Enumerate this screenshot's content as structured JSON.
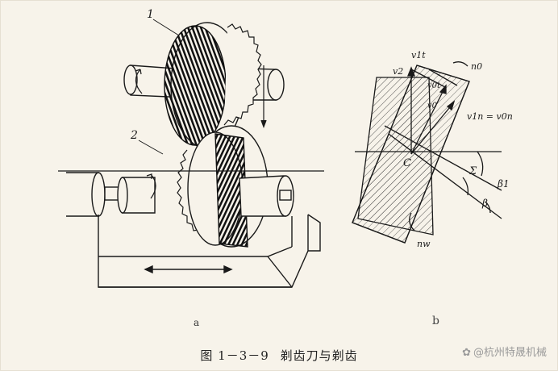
{
  "labels": {
    "gear1": "1",
    "gear2": "2",
    "sub_a": "a",
    "sub_b": "b",
    "v1t": "v1t",
    "v2": "v2",
    "n0": "n0",
    "v0t": "v0t",
    "v0": "v0",
    "v1n_eq": "v1n = v0n",
    "c": "C",
    "sigma": "Σ",
    "beta1": "β1",
    "beta": "β",
    "nw": "nw"
  },
  "caption": {
    "fig_num": "图 1－3－9",
    "title": "剃齿刀与剃齿"
  },
  "watermark": {
    "icon": "✿",
    "text": "@杭州特晟机械"
  },
  "colors": {
    "ink": "#1a1a1a",
    "background": "#f7f3ea"
  }
}
